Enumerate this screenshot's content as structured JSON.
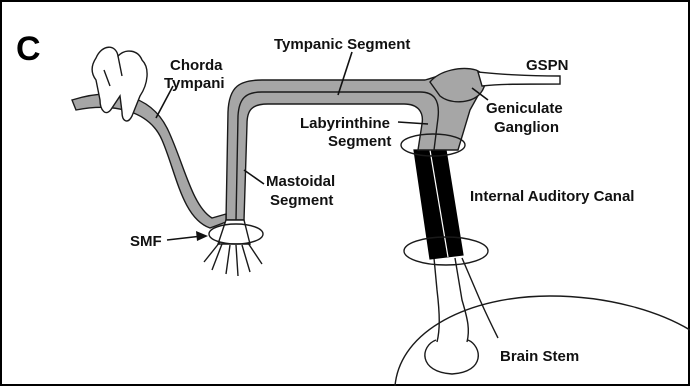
{
  "panel_letter": "C",
  "labels": {
    "chorda_line1": "Chorda",
    "chorda_line2": "Tympani",
    "tympanic": "Tympanic Segment",
    "gspn": "GSPN",
    "geniculate_line1": "Geniculate",
    "geniculate_line2": "Ganglion",
    "labyrinthine_line1": "Labyrinthine",
    "labyrinthine_line2": "Segment",
    "mastoidal_line1": "Mastoidal",
    "mastoidal_line2": "Segment",
    "iac": "Internal Auditory Canal",
    "smf": "SMF",
    "brainstem": "Brain Stem"
  },
  "colors": {
    "nerve_fill": "#a6a6a6",
    "canal_fill": "#000000",
    "frame": "#000000"
  }
}
